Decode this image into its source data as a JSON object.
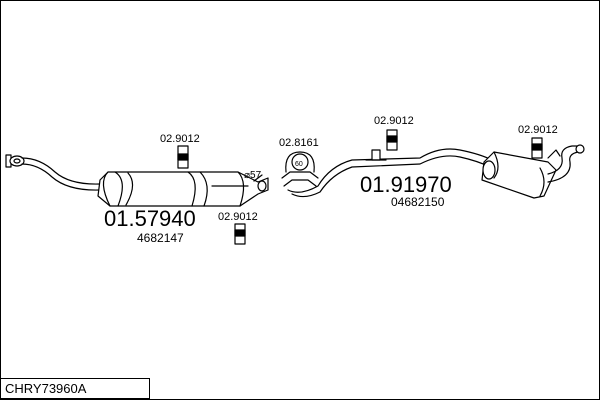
{
  "diagram": {
    "part_code": "CHRY73960A",
    "parts": {
      "front_pipe_muffler": {
        "number": "01.57940",
        "oe": "4682147"
      },
      "rear_section": {
        "number": "01.91970",
        "oe": "04682150"
      }
    },
    "hangers": {
      "h1": "02.9012",
      "h2": "02.9012",
      "h3": "02.9012",
      "h4": "02.9012"
    },
    "clamp": {
      "number": "02.8161",
      "size": "60"
    },
    "diameter_label": "⌀57"
  }
}
